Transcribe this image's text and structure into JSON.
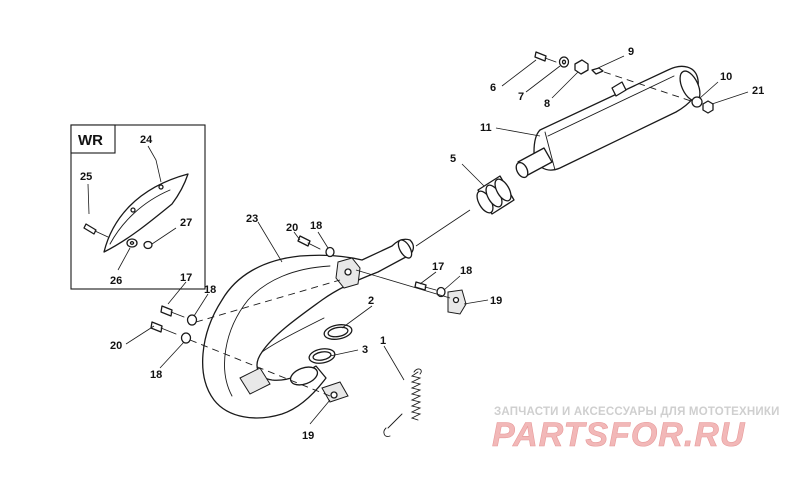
{
  "inset": {
    "title": "WR"
  },
  "callouts": {
    "p1": "1",
    "p2": "2",
    "p3": "3",
    "p5": "5",
    "p6": "6",
    "p7": "7",
    "p8": "8",
    "p9": "9",
    "p10": "10",
    "p11": "11",
    "p17a": "17",
    "p17b": "17",
    "p18a": "18",
    "p18b": "18",
    "p18c": "18",
    "p18d": "18",
    "p19a": "19",
    "p19b": "19",
    "p20a": "20",
    "p20b": "20",
    "p21": "21",
    "p23": "23",
    "p24": "24",
    "p25": "25",
    "p26": "26",
    "p27": "27"
  },
  "watermark": {
    "subtitle": "ЗАПЧАСТИ И АКСЕССУАРЫ ДЛЯ МОТОТЕХНИКИ",
    "brand": "PARTSFOR.RU"
  }
}
